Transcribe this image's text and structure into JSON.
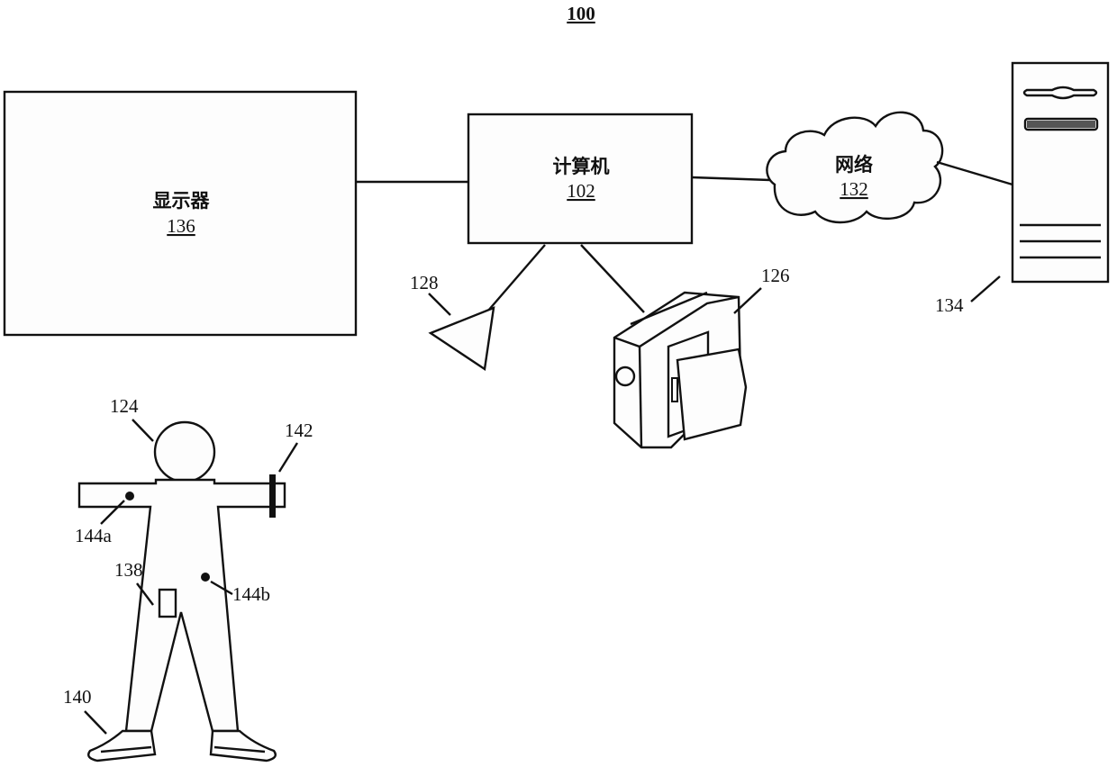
{
  "figure": {
    "number": "100"
  },
  "components": {
    "display": {
      "name": "显示器",
      "ref": "136"
    },
    "computer": {
      "name": "计算机",
      "ref": "102"
    },
    "network": {
      "name": "网络",
      "ref": "132"
    },
    "server": {
      "ref": "134"
    },
    "camera": {
      "ref": "126"
    },
    "antenna": {
      "ref": "128"
    },
    "person": {
      "ref": "124"
    },
    "wristband": {
      "ref": "142"
    },
    "sensor_a": {
      "ref": "144a"
    },
    "sensor_b": {
      "ref": "144b"
    },
    "pocket_device": {
      "ref": "138"
    },
    "shoes": {
      "ref": "140"
    }
  }
}
